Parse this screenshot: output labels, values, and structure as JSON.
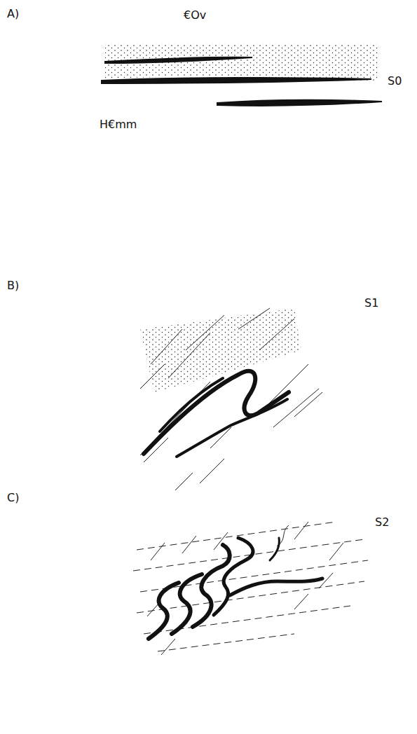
{
  "diagram": {
    "labels": [
      "A)",
      "€Ov",
      "S0",
      "H€mm",
      "B)",
      "S1",
      "C)",
      "S2"
    ]
  }
}
